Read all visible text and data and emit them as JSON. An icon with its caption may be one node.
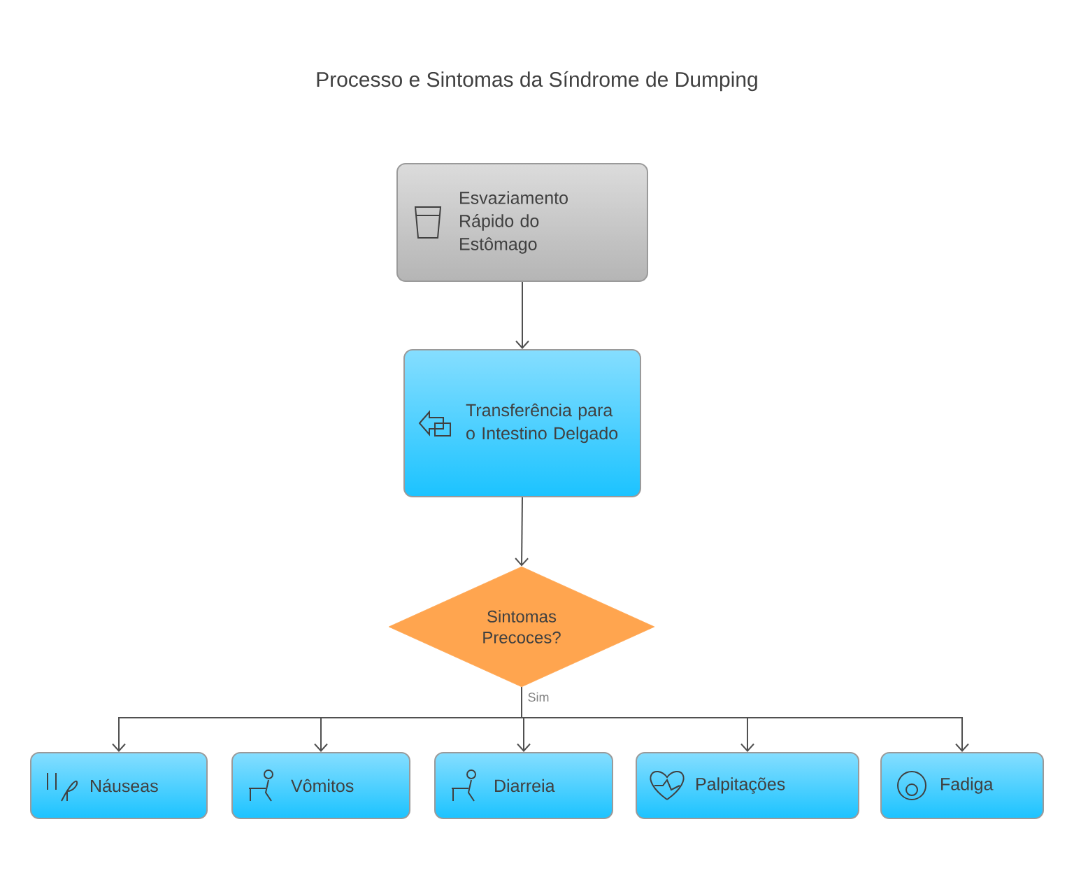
{
  "diagram": {
    "title": "Processo e Sintomas da Síndrome de Dumping",
    "nodes": [
      {
        "text": [
          "Esvaziamento Rápido do Estômago"
        ]
      },
      {
        "text": [
          "Transferência para o Intestino Delgado"
        ]
      },
      {
        "text": [
          "Sintomas Precoces?"
        ]
      },
      {
        "text": [
          "Náuseas"
        ]
      },
      {
        "text": [
          "Vômitos"
        ]
      },
      {
        "text": [
          "Diarreia"
        ]
      },
      {
        "text": [
          "Palpitações"
        ]
      },
      {
        "text": [
          "Fadiga"
        ]
      }
    ],
    "edges": [
      {
        "from": 0,
        "to": 1,
        "arrow": "to"
      },
      {
        "from": 1,
        "to": 2,
        "arrow": "to"
      },
      {
        "from": 2,
        "to": 3,
        "arrow": "to"
      },
      {
        "from": 2,
        "to": 4,
        "arrow": "to"
      },
      {
        "from": 2,
        "to": 5,
        "arrow": "to",
        "label": "Sim"
      },
      {
        "from": 2,
        "to": 6,
        "arrow": "to"
      },
      {
        "from": 2,
        "to": 7,
        "arrow": "to"
      }
    ]
  }
}
